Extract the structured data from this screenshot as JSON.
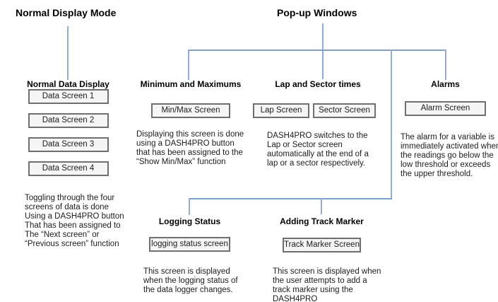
{
  "titles": {
    "normal_mode": "Normal Display Mode",
    "popup": "Pop-up Windows"
  },
  "colors": {
    "connector_horizontal": "#7da0d2",
    "connector_vertical": "#93abd8",
    "box_border": "#6f6f6f",
    "box_fill": "#f5f5f5",
    "text": "#1a1a1a"
  },
  "sections": {
    "normal_data": {
      "heading": "Normal Data Display",
      "boxes": [
        "Data Screen 1",
        "Data Screen 2",
        "Data Screen 3",
        "Data Screen 4"
      ],
      "description": "Toggling through the four\nscreens of data is done\nUsing a DASH4PRO button\nThat has been assigned to\nThe “Next screen” or\n“Previous screen” function"
    },
    "minmax": {
      "heading": "Minimum and Maximums",
      "box": "Min/Max Screen",
      "description": "Displaying this screen is done\nusing a DASH4PRO button\nthat has been assigned to the\n“Show Min/Max” function"
    },
    "lap_sector": {
      "heading": "Lap and Sector times",
      "box_lap": "Lap Screen",
      "box_sector": "Sector Screen",
      "description": "DASH4PRO switches to the\nLap or Sector screen\nautomatically at the end of a\nlap or a sector respectively."
    },
    "alarms": {
      "heading": "Alarms",
      "box": "Alarm Screen",
      "description": "The alarm for a variable is\nimmediately activated when\nthe readings go below the\nlow threshold or exceeds\nthe upper threshold."
    },
    "logging": {
      "heading": "Logging Status",
      "box": "logging status screen",
      "description": "This screen is displayed\nwhen the logging status of\nthe data logger changes."
    },
    "track_marker": {
      "heading": "Adding Track Marker",
      "box": "Track Marker Screen",
      "description": "This screen is displayed when\nthe user attempts to add a\ntrack marker using the\nDASH4PRO"
    }
  }
}
